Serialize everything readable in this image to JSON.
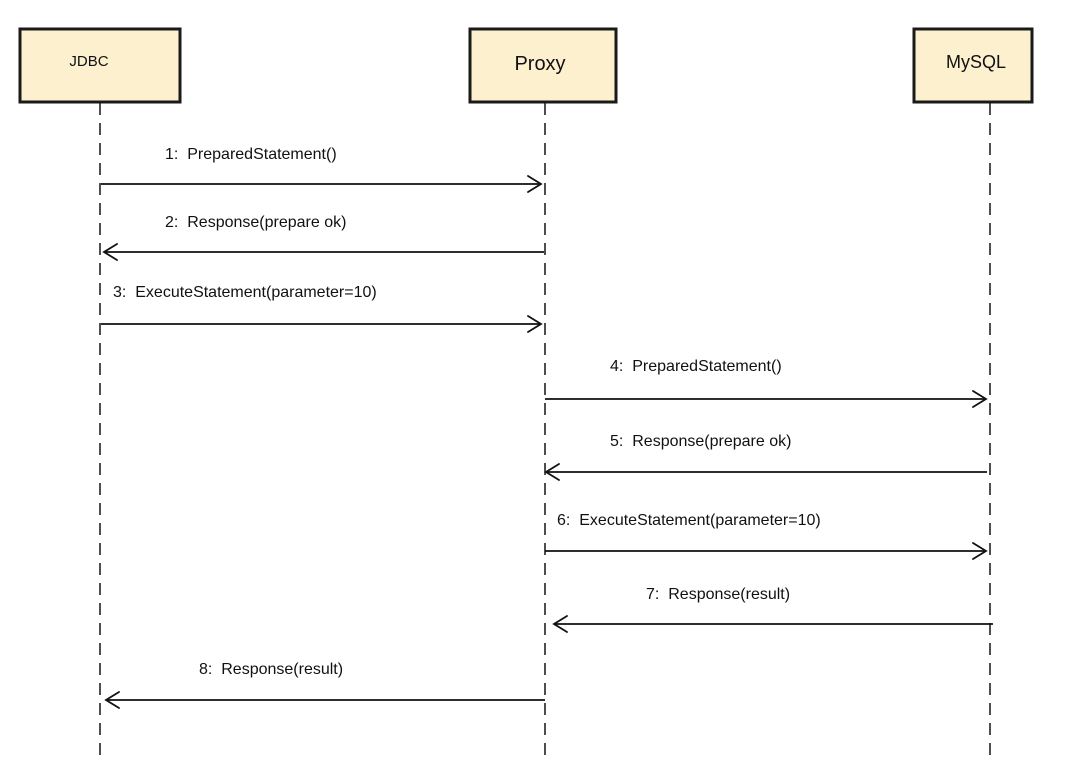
{
  "participants": [
    {
      "id": "jdbc",
      "label": "JDBC"
    },
    {
      "id": "proxy",
      "label": "Proxy"
    },
    {
      "id": "mysql",
      "label": "MySQL"
    }
  ],
  "messages": [
    {
      "seq": "1",
      "text": "PreparedStatement()",
      "from": "jdbc",
      "to": "proxy"
    },
    {
      "seq": "2",
      "text": "Response(prepare ok)",
      "from": "proxy",
      "to": "jdbc"
    },
    {
      "seq": "3",
      "text": "ExecuteStatement(parameter=10)",
      "from": "jdbc",
      "to": "proxy"
    },
    {
      "seq": "4",
      "text": "PreparedStatement()",
      "from": "proxy",
      "to": "mysql"
    },
    {
      "seq": "5",
      "text": "Response(prepare ok)",
      "from": "mysql",
      "to": "proxy"
    },
    {
      "seq": "6",
      "text": "ExecuteStatement(parameter=10)",
      "from": "proxy",
      "to": "mysql"
    },
    {
      "seq": "7",
      "text": "Response(result)",
      "from": "mysql",
      "to": "proxy"
    },
    {
      "seq": "8",
      "text": "Response(result)",
      "from": "proxy",
      "to": "jdbc"
    }
  ]
}
